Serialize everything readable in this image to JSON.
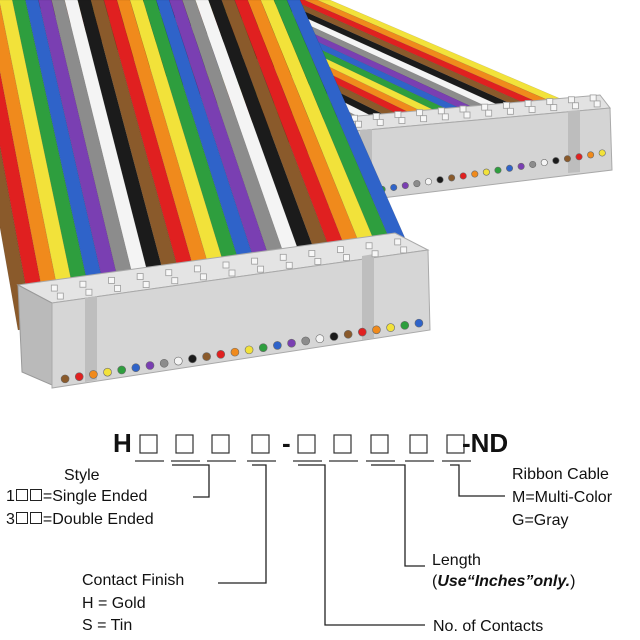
{
  "cable": {
    "colors": [
      "#8a5a2b",
      "#e02020",
      "#f08a1c",
      "#f2e23a",
      "#2e9e3e",
      "#2f63c9",
      "#7a3fb2",
      "#8c8c8c",
      "#f4f4f4",
      "#1b1b1b"
    ],
    "back_wire_count": 24,
    "front_wire_count": 26
  },
  "part_number": {
    "prefix": "H",
    "middle_dash": "-",
    "suffix": "-ND"
  },
  "style": {
    "title": "Style",
    "single_code": "1",
    "single_text": "=Single Ended",
    "double_code": "3",
    "double_text": "=Double Ended"
  },
  "contact_finish": {
    "title": "Contact Finish",
    "gold": "H = Gold",
    "tin": "S = Tin"
  },
  "contacts": {
    "title": "No. of Contacts"
  },
  "length": {
    "title": "Length",
    "note_open": "(",
    "note_use": "Use",
    "note_inches": "“Inches”",
    "note_only": "only.",
    "note_close": ")"
  },
  "ribbon": {
    "title": "Ribbon Cable",
    "multi": "M=Multi-Color",
    "gray": "G=Gray"
  }
}
